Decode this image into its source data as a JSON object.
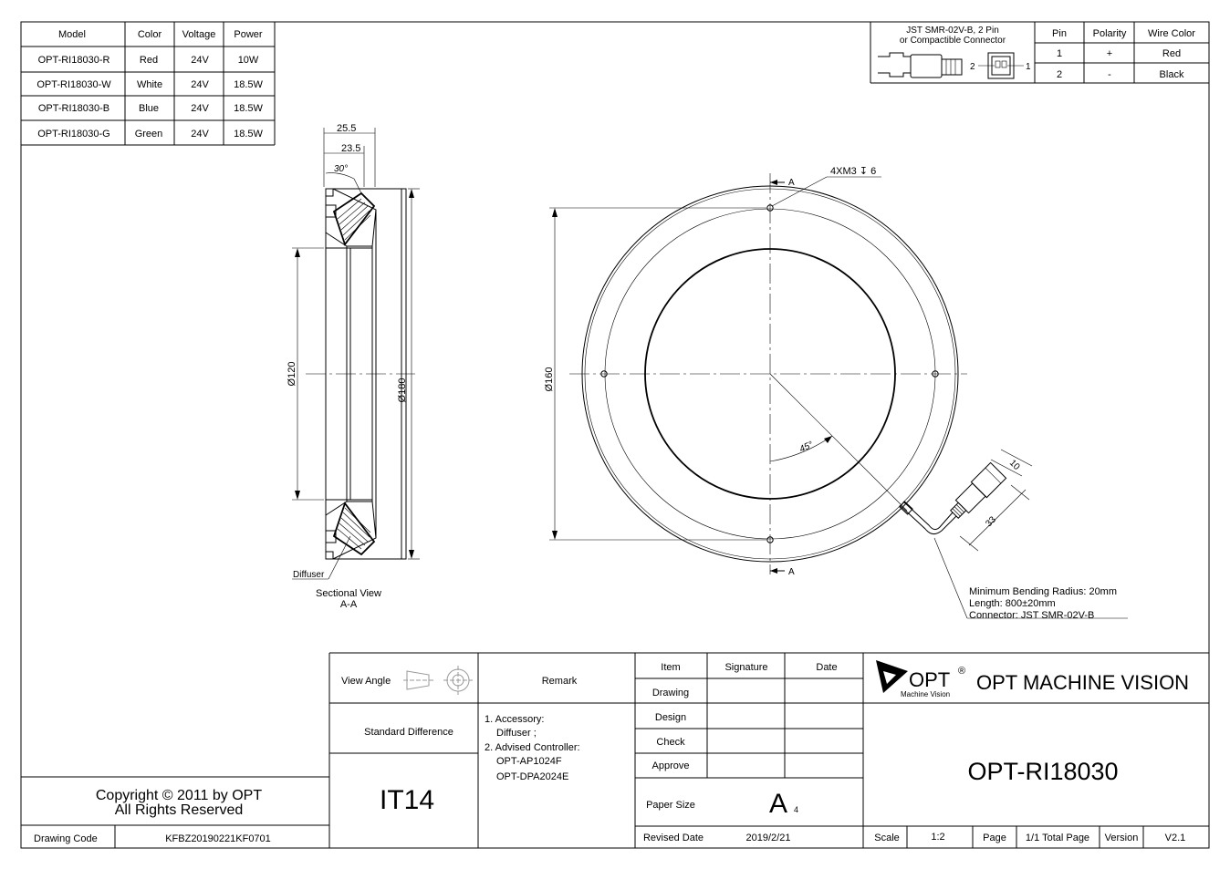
{
  "models_table": {
    "headers": [
      "Model",
      "Color",
      "Voltage",
      "Power"
    ],
    "rows": [
      [
        "OPT-RI18030-R",
        "Red",
        "24V",
        "10W"
      ],
      [
        "OPT-RI18030-W",
        "White",
        "24V",
        "18.5W"
      ],
      [
        "OPT-RI18030-B",
        "Blue",
        "24V",
        "18.5W"
      ],
      [
        "OPT-RI18030-G",
        "Green",
        "24V",
        "18.5W"
      ]
    ]
  },
  "connector_table": {
    "title_line1": "JST SMR-02V-B, 2 Pin",
    "title_line2": "or Compactible Connector",
    "pin_label_2": "2",
    "pin_label_1": "1",
    "headers": [
      "Pin",
      "Polarity",
      "Wire Color"
    ],
    "rows": [
      [
        "1",
        "+",
        "Red"
      ],
      [
        "2",
        "-",
        "Black"
      ]
    ]
  },
  "section_view": {
    "dim_width_outer": "25.5",
    "dim_width_inner": "23.5",
    "dim_angle": "30°",
    "dim_inner_diameter": "Ø120",
    "dim_outer_diameter": "Ø180",
    "diffuser_label": "Diffuser",
    "caption_line1": "Sectional View",
    "caption_line2": "A-A"
  },
  "front_view": {
    "hole_callout": "4XM3 ↧ 6",
    "section_mark_top": "A",
    "section_mark_bottom": "A",
    "dim_hole_circle": "Ø160",
    "dim_angle": "45°",
    "dim_connector_width": "10",
    "dim_connector_length": "33",
    "note_line1": "Minimum Bending Radius: 20mm",
    "note_line2": "Length: 800±20mm",
    "note_line3": "Connector: JST SMR-02V-B"
  },
  "title_block": {
    "copyright_line1": "Copyright © 2011 by OPT",
    "copyright_line2": "All Rights Reserved",
    "drawing_code_label": "Drawing Code",
    "drawing_code_value": "KFBZ20190221KF0701",
    "view_angle_label": "View Angle",
    "standard_difference_label": "Standard Difference",
    "tolerance_value": "IT14",
    "remark_label": "Remark",
    "remark_lines": [
      "1. Accessory:",
      "Diffuser ;",
      "2. Advised Controller:",
      "OPT-AP1024F",
      "OPT-DPA2024E"
    ],
    "item_label": "Item",
    "signature_label": "Signature",
    "date_label": "Date",
    "drawing_label": "Drawing",
    "design_label": "Design",
    "check_label": "Check",
    "approve_label": "Approve",
    "paper_size_label": "Paper Size",
    "paper_size_value": "A",
    "paper_size_sub": "4",
    "revised_date_label": "Revised Date",
    "revised_date_value": "2019/2/21",
    "logo_text": "OPT",
    "logo_registered": "®",
    "logo_sub": "Machine Vision",
    "company_name": "OPT MACHINE VISION",
    "model_name": "OPT-RI18030",
    "scale_label": "Scale",
    "scale_value": "1:2",
    "page_label": "Page",
    "page_value": "1/1 Total Page",
    "version_label": "Version",
    "version_value": "V2.1"
  }
}
